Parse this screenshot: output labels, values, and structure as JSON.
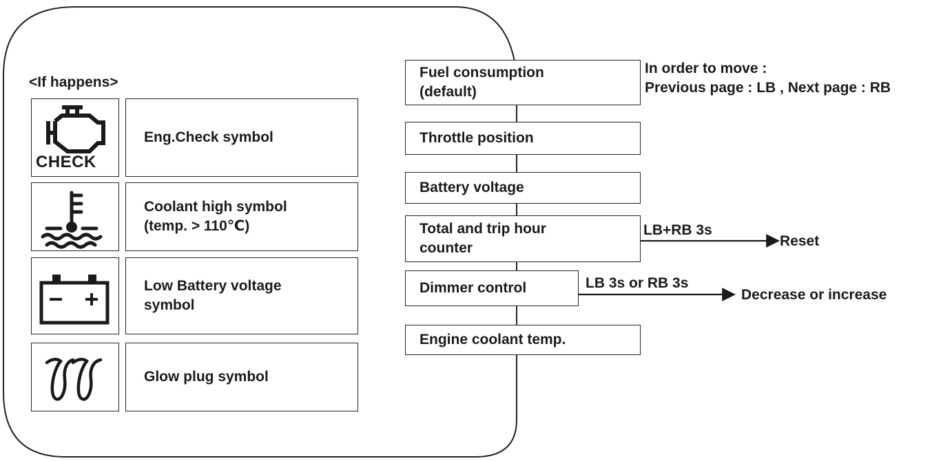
{
  "left_panel": {
    "heading": "<If happens>",
    "symbols": [
      {
        "icon": "engine-check-icon",
        "icon_text": "CHECK",
        "label": "Eng.Check symbol"
      },
      {
        "icon": "coolant-temperature-icon",
        "label": "Coolant high symbol\n(temp. > 110℃)"
      },
      {
        "icon": "battery-icon",
        "label": "Low Battery voltage\nsymbol"
      },
      {
        "icon": "glow-plug-icon",
        "label": "Glow plug symbol"
      }
    ]
  },
  "menu_chain": {
    "items": [
      "Fuel consumption\n(default)",
      "Throttle position",
      "Battery voltage",
      "Total and trip hour\ncounter",
      "Dimmer control",
      "Engine coolant temp."
    ]
  },
  "navigation_note": {
    "line1": "In order to move :",
    "line2": "Previous page : LB , Next page : RB"
  },
  "reset_action": {
    "condition": "LB+RB 3s",
    "result": "Reset"
  },
  "dimmer_action": {
    "condition": "LB 3s or RB 3s",
    "result": "Decrease or increase"
  }
}
